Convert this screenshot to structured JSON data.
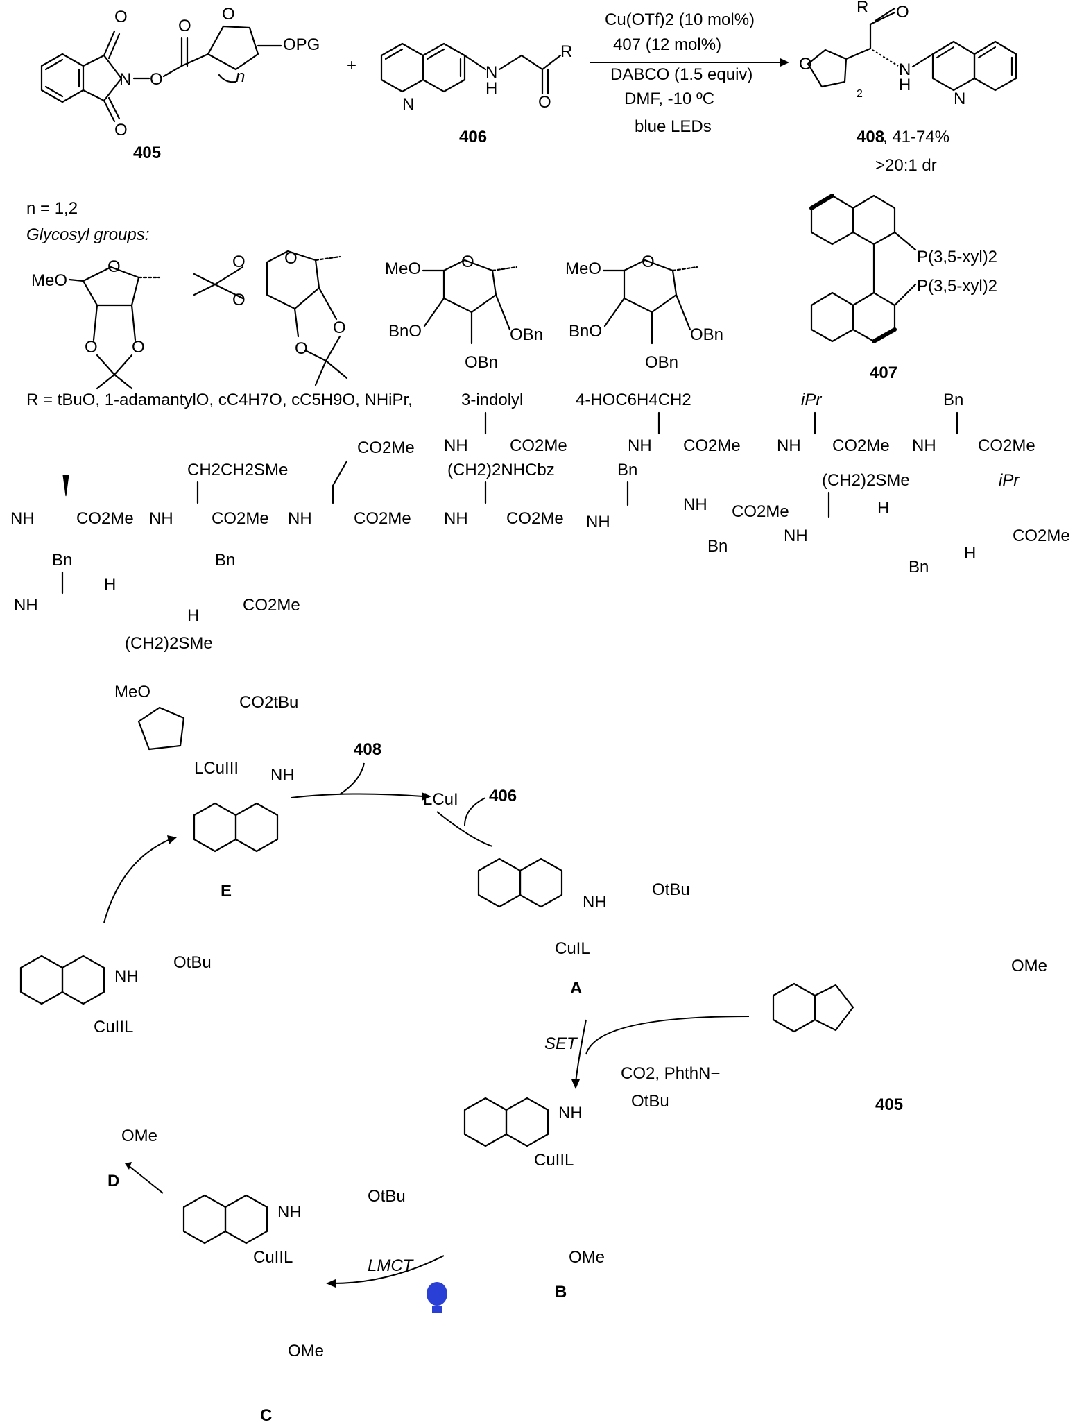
{
  "reaction": {
    "reagent1": "405",
    "plus": "+",
    "reagent2": "406",
    "conditions": {
      "line1": "Cu(OTf)2 (10 mol%)",
      "line2": "407 (12 mol%)",
      "line3": "DABCO (1.5 equiv)",
      "line4": "DMF,  -10 ºC",
      "line5": "blue LEDs"
    },
    "product": "408, 41-74%",
    "product_num": "408",
    "product_yield": ", 41-74%",
    "dr": ">20:1 dr",
    "atoms_405": {
      "O1": "O",
      "O2": "O",
      "N": "N",
      "O3": "O",
      "O4": "O",
      "O5": "O",
      "OPG": "OPG",
      "n": "n"
    },
    "atoms_406": {
      "N": "N",
      "NH": "N",
      "H": "H",
      "O": "O",
      "R": "R"
    },
    "atoms_408": {
      "R": "R",
      "O": "O",
      "O2": "O",
      "N": "N",
      "NH": "N",
      "H": "H",
      "sub2": "2"
    }
  },
  "scope": {
    "n_text": "n = 1,2",
    "glycosyl_heading": "Glycosyl groups:",
    "r_line": "R = tBuO, 1-adamantylO, cC4H7O, cC5H9O, NHiPr,",
    "ligand_label": "407",
    "ligand_p1": "P(3,5-xyl)2",
    "ligand_p2": "P(3,5-xyl)2",
    "sugar_labels": {
      "meo": "MeO",
      "bno": "BnO",
      "obn": "OBn",
      "o": "O"
    },
    "amino_acids": {
      "indolyl": "3-indolyl",
      "hydroxybenzyl": "4-HOC6H4CH2",
      "ipr": "iPr",
      "bn": "Bn",
      "ala_sub": "",
      "met": "CH2CH2SMe",
      "asp": "CO2Me",
      "lys": "(CH2)2NHCbz",
      "nh": "NH",
      "co2me": "CO2Me",
      "h": "H",
      "sme": "(CH2)2SMe"
    }
  },
  "mechanism": {
    "E_label": "E",
    "A_label": "A",
    "B_label": "B",
    "C_label": "C",
    "D_label": "D",
    "compound_405": "405",
    "product_out": "408",
    "in_406": "406",
    "lcu1": "LCuI",
    "set": "SET",
    "lmct": "LMCT",
    "byproduct": "CO2, PhthN−",
    "co2tbu": "CO2tBu",
    "otbu": "OtBu",
    "ome": "OMe",
    "meo": "MeO",
    "cu3": "LCuIII",
    "cu1l": "CuIL",
    "cu2l": "CuIIL",
    "bulb_color": "#2a3fd6"
  }
}
